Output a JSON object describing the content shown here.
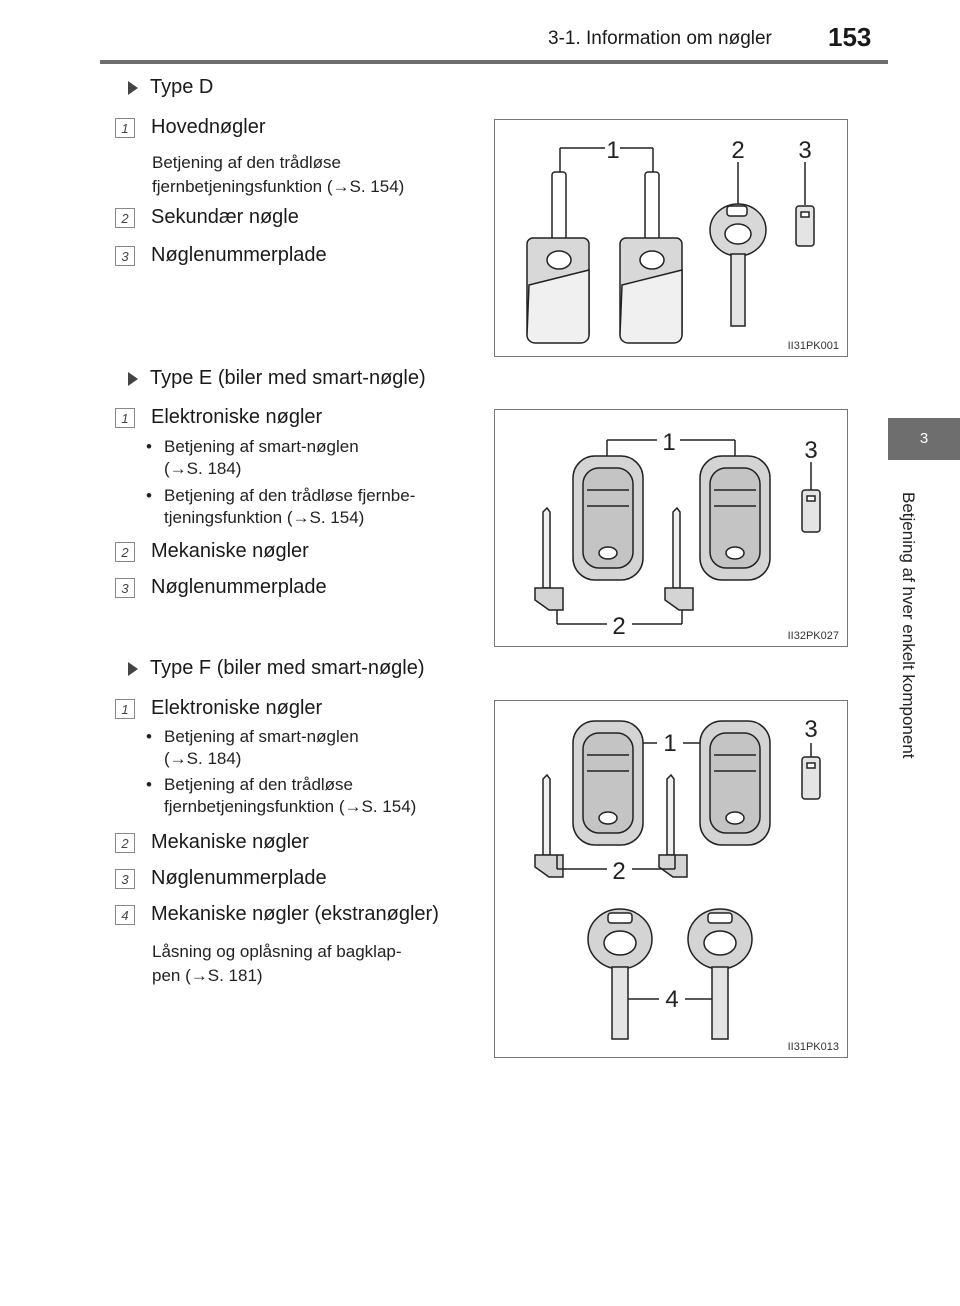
{
  "header": {
    "section": "3-1. Information om nøgler",
    "page": "153"
  },
  "side_tab": {
    "chapter": "3",
    "title": "Betjening af hver enkelt komponent"
  },
  "sections": [
    {
      "heading": "Type D",
      "items": [
        {
          "num": "1",
          "label": "Hovednøgler",
          "desc": [
            "Betjening af den trådløse",
            "fjernbetjeningsfunktion (→S. 154)"
          ]
        },
        {
          "num": "2",
          "label": "Sekundær nøgle"
        },
        {
          "num": "3",
          "label": "Nøglenummerplade"
        }
      ],
      "figure": {
        "code": "II31PK001",
        "callouts": [
          "1",
          "2",
          "3"
        ]
      }
    },
    {
      "heading": "Type E (biler med smart-nøgle)",
      "items": [
        {
          "num": "1",
          "label": "Elektroniske nøgler",
          "bullets": [
            {
              "line1": "Betjening af smart-nøglen",
              "line2": "(→S. 184)"
            },
            {
              "line1": "Betjening af den trådløse fjernbe-",
              "line2": "tjeningsfunktion (→S. 154)"
            }
          ]
        },
        {
          "num": "2",
          "label": "Mekaniske nøgler"
        },
        {
          "num": "3",
          "label": "Nøglenummerplade"
        }
      ],
      "figure": {
        "code": "II32PK027",
        "callouts": [
          "1",
          "3",
          "2"
        ]
      }
    },
    {
      "heading": "Type F (biler med smart-nøgle)",
      "items": [
        {
          "num": "1",
          "label": "Elektroniske nøgler",
          "bullets": [
            {
              "line1": "Betjening af smart-nøglen",
              "line2": "(→S. 184)"
            },
            {
              "line1": "Betjening af den trådløse",
              "line2": "fjernbetjeningsfunktion (→S. 154)"
            }
          ]
        },
        {
          "num": "2",
          "label": "Mekaniske nøgler"
        },
        {
          "num": "3",
          "label": "Nøglenummerplade"
        },
        {
          "num": "4",
          "label": "Mekaniske nøgler (ekstranøgler)",
          "desc": [
            "Låsning og oplåsning af bagklap-",
            "pen (→S. 181)"
          ]
        }
      ],
      "figure": {
        "code": "II31PK013",
        "callouts": [
          "1",
          "3",
          "2",
          "4"
        ]
      }
    }
  ]
}
